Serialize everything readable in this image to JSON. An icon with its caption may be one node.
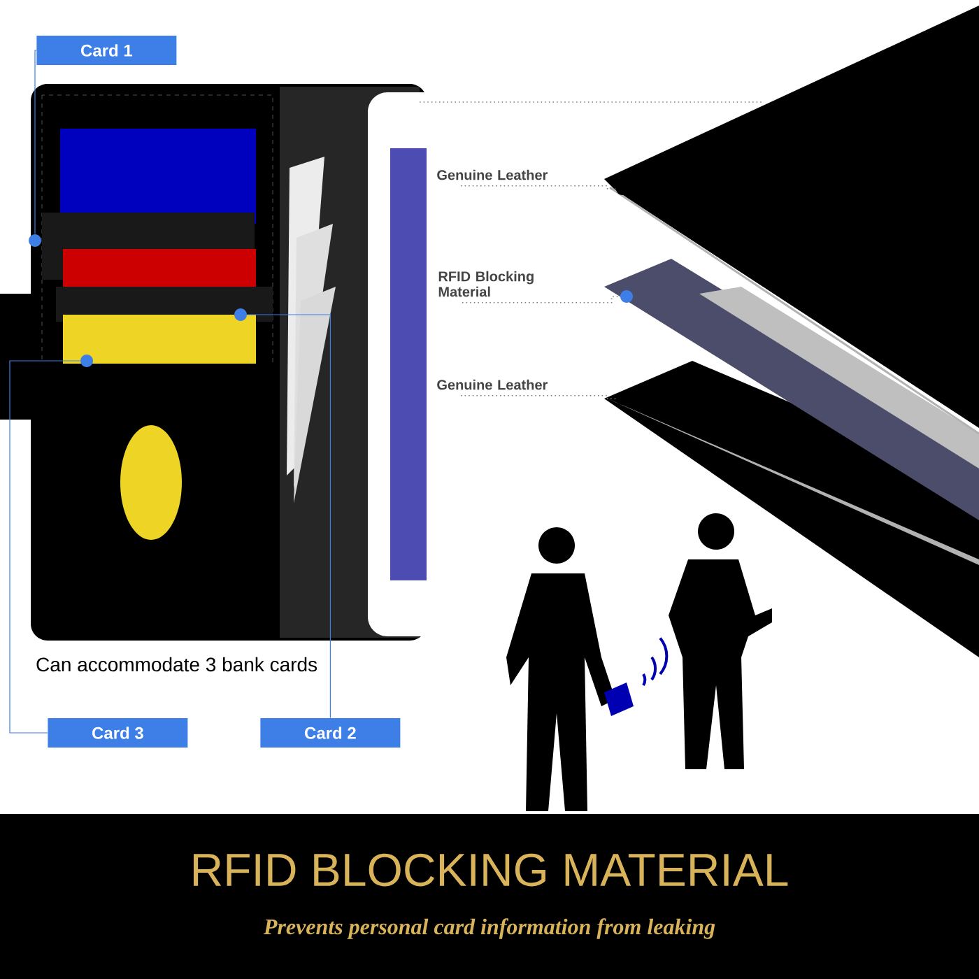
{
  "diagram": {
    "title": "RFID BLOCKING MATERIAL",
    "caption": "Prevents personal card information from leaking",
    "nodes": [
      {
        "text": [
          "Card 1"
        ]
      },
      {
        "text": [
          "Card 3"
        ]
      },
      {
        "text": [
          "Card 2"
        ]
      },
      {
        "text": [],
        "shape": "circle"
      },
      {
        "text": [],
        "shape": "circle"
      },
      {
        "text": [],
        "shape": "circle"
      },
      {
        "text": [
          "Genuine Leather"
        ]
      },
      {
        "text": [
          "RFID Blocking Material"
        ]
      },
      {
        "text": [
          "Genuine Leather"
        ]
      },
      {
        "text": [],
        "shape": "circle"
      },
      {
        "text": [],
        "shape": "circle"
      },
      {
        "text": [],
        "shape": "circle"
      }
    ],
    "edges": [
      {
        "from": 0,
        "to": 3,
        "arrow": "none"
      },
      {
        "from": 1,
        "to": 4,
        "arrow": "none"
      },
      {
        "from": 2,
        "to": 5,
        "arrow": "none"
      },
      {
        "from": 6,
        "to": 9,
        "arrow": "none",
        "style": "dashed",
        "color": "#808080"
      },
      {
        "from": 7,
        "to": 10,
        "arrow": "none",
        "style": "dashed",
        "color": "#808080"
      },
      {
        "from": 8,
        "to": 11,
        "arrow": "none",
        "style": "dashed",
        "color": "#808080"
      }
    ],
    "labels": [
      "Can accommodate 3 bank cards"
    ]
  }
}
